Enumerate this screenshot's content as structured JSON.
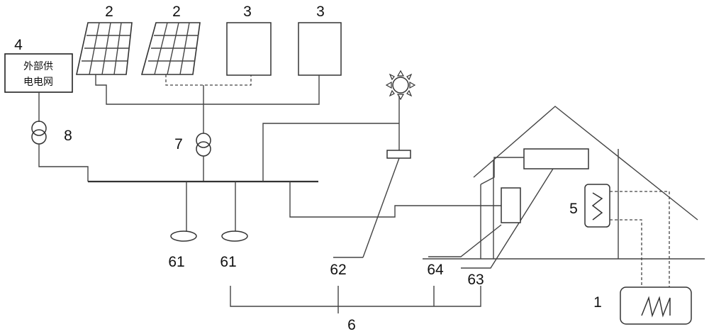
{
  "labels": {
    "ground_source": "1",
    "pv_panel_a": "2",
    "pv_panel_b": "2",
    "battery_a": "3",
    "battery_b": "3",
    "external_grid": "4",
    "heat_exchanger": "5",
    "system": "6",
    "load_a": "61",
    "load_b": "61",
    "street_light": "62",
    "indoor_unit": "63",
    "controller": "64",
    "transformer_pv": "7",
    "transformer_grid": "8"
  },
  "external_grid_box": {
    "line1": "外部供",
    "line2": "电电网"
  }
}
